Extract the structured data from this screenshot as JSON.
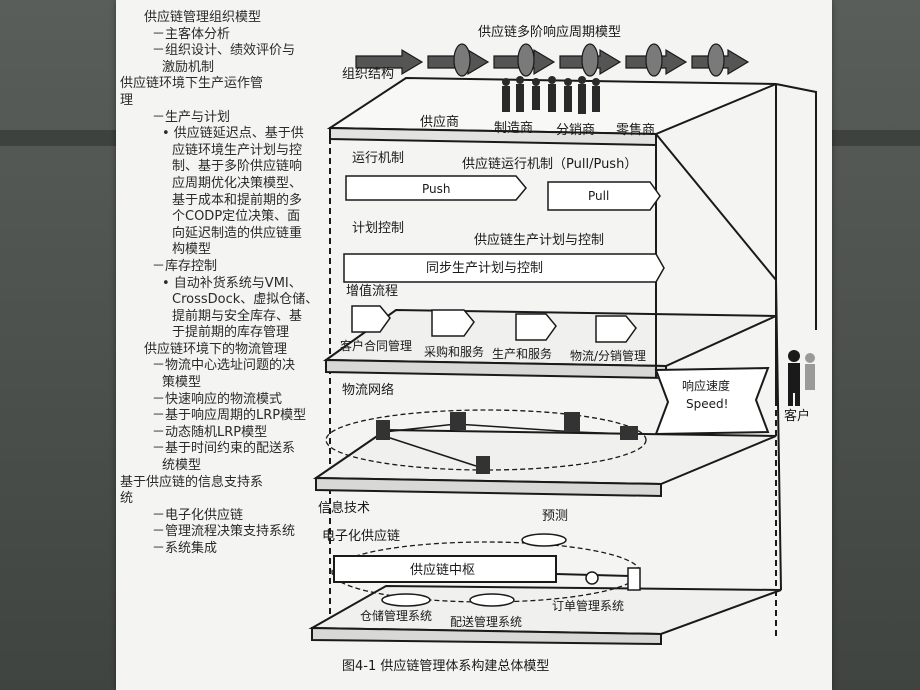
{
  "outline": [
    {
      "level": 0,
      "text": "供应链管理组织模型"
    },
    {
      "level": 1,
      "text": "－主客体分析"
    },
    {
      "level": 1,
      "text": "－组织设计、绩效评价与"
    },
    {
      "level": 2,
      "text": "激励机制"
    },
    {
      "level": -1,
      "text": "供应链环境下生产运作管"
    },
    {
      "level": -1,
      "text": "理"
    },
    {
      "level": 1,
      "text": "－生产与计划"
    },
    {
      "level": 2,
      "text": "• 供应链延迟点、基于供"
    },
    {
      "level": 3,
      "text": "应链环境生产计划与控"
    },
    {
      "level": 3,
      "text": "制、基于多阶供应链响"
    },
    {
      "level": 3,
      "text": "应周期优化决策模型、"
    },
    {
      "level": 3,
      "text": "基于成本和提前期的多"
    },
    {
      "level": 3,
      "text": "个CODP定位决策、面"
    },
    {
      "level": 3,
      "text": "向延迟制造的供应链重"
    },
    {
      "level": 3,
      "text": "构模型"
    },
    {
      "level": 1,
      "text": "－库存控制"
    },
    {
      "level": 2,
      "text": "• 自动补货系统与VMI、"
    },
    {
      "level": 3,
      "text": "CrossDock、虚拟仓储、"
    },
    {
      "level": 3,
      "text": "提前期与安全库存、基"
    },
    {
      "level": 3,
      "text": "于提前期的库存管理"
    },
    {
      "level": 0,
      "text": "供应链环境下的物流管理"
    },
    {
      "level": 1,
      "text": "－物流中心选址问题的决"
    },
    {
      "level": 2,
      "text": "策模型"
    },
    {
      "level": 1,
      "text": "－快速响应的物流模式"
    },
    {
      "level": 1,
      "text": "－基于响应周期的LRP模型"
    },
    {
      "level": 1,
      "text": "－动态随机LRP模型"
    },
    {
      "level": 1,
      "text": "－基于时间约束的配送系"
    },
    {
      "level": 2,
      "text": "统模型"
    },
    {
      "level": -1,
      "text": "基于供应链的信息支持系"
    },
    {
      "level": -1,
      "text": "统"
    },
    {
      "level": 1,
      "text": "－电子化供应链"
    },
    {
      "level": 1,
      "text": "－管理流程决策支持系统"
    },
    {
      "level": 1,
      "text": "－系统集成"
    }
  ],
  "diagram": {
    "top_title": "供应链多阶响应周期模型",
    "org_label": "组织结构",
    "supplier": "供应商",
    "manufacturer": "制造商",
    "distributor": "分销商",
    "retailer": "零售商",
    "run_mech": "运行机制",
    "run_mech_title": "供应链运行机制（Pull/Push）",
    "push": "Push",
    "pull": "Pull",
    "plan_ctrl": "计划控制",
    "plan_title": "供应链生产计划与控制",
    "sync": "同步生产计划与控制",
    "value_flow": "增值流程",
    "customer_contract": "客户合同管理",
    "purchase_service": "采购和服务",
    "production_service": "生产和服务",
    "logistics_sales": "物流/分销管理",
    "logistics_net": "物流网络",
    "response_speed": "响应速度",
    "speed": "Speed!",
    "customer": "客户",
    "info_tech": "信息技术",
    "forecast": "预测",
    "e_supply": "电子化供应链",
    "hub": "供应链中枢",
    "order_mgmt": "订单管理系统",
    "warehouse_mgmt": "仓储管理系统",
    "delivery_mgmt": "配送管理系统",
    "caption": "图4-1    供应链管理体系构建总体模型"
  }
}
